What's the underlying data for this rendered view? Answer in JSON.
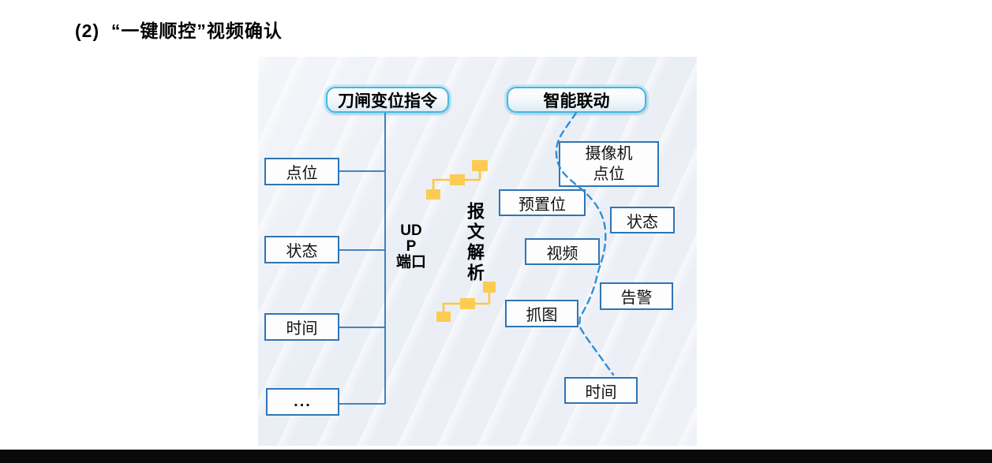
{
  "title": "(2)  “一键顺控”视频确认",
  "colors": {
    "node_border": "#2E75B6",
    "header_border": "#3FB8E6",
    "dashed_link": "#2E8FD8",
    "connector_yellow": "#FCCC52",
    "panel_background": "#EDF1F6",
    "bottom_bar": "#0A0A0A"
  },
  "diagram": {
    "left_header": "刀闸变位指令",
    "right_header": "智能联动",
    "left_items": {
      "point": "点位",
      "status": "状态",
      "time": "时间",
      "more": "..."
    },
    "middle": {
      "udp": [
        "UD",
        "P",
        "端口"
      ],
      "parse": "报文解析"
    },
    "right_items": {
      "camera_line1": "摄像机",
      "camera_line2": "点位",
      "preset": "预置位",
      "status": "状态",
      "video": "视频",
      "alarm": "告警",
      "snapshot": "抓图",
      "time": "时间"
    }
  }
}
